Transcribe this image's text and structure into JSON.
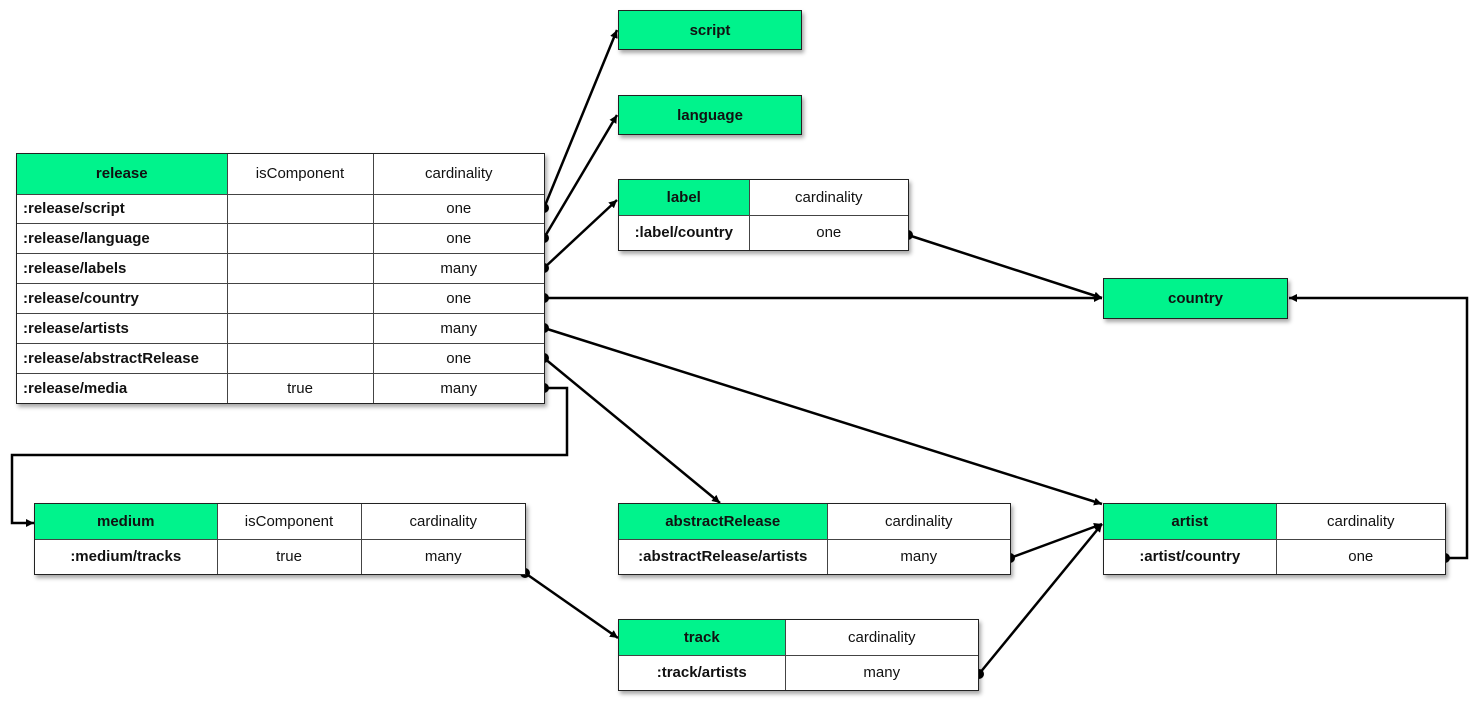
{
  "entities": {
    "script": {
      "title": "script"
    },
    "language": {
      "title": "language"
    },
    "label": {
      "title": "label",
      "columns": [
        "cardinality"
      ],
      "rows": [
        {
          "attr": ":label/country",
          "cardinality": "one"
        }
      ]
    },
    "country": {
      "title": "country"
    },
    "release": {
      "title": "release",
      "columns": [
        "isComponent",
        "cardinality"
      ],
      "rows": [
        {
          "attr": ":release/script",
          "isComponent": "",
          "cardinality": "one"
        },
        {
          "attr": ":release/language",
          "isComponent": "",
          "cardinality": "one"
        },
        {
          "attr": ":release/labels",
          "isComponent": "",
          "cardinality": "many"
        },
        {
          "attr": ":release/country",
          "isComponent": "",
          "cardinality": "one"
        },
        {
          "attr": ":release/artists",
          "isComponent": "",
          "cardinality": "many"
        },
        {
          "attr": ":release/abstractRelease",
          "isComponent": "",
          "cardinality": "one"
        },
        {
          "attr": ":release/media",
          "isComponent": "true",
          "cardinality": "many"
        }
      ]
    },
    "medium": {
      "title": "medium",
      "columns": [
        "isComponent",
        "cardinality"
      ],
      "rows": [
        {
          "attr": ":medium/tracks",
          "isComponent": "true",
          "cardinality": "many"
        }
      ]
    },
    "abstractRelease": {
      "title": "abstractRelease",
      "columns": [
        "cardinality"
      ],
      "rows": [
        {
          "attr": ":abstractRelease/artists",
          "cardinality": "many"
        }
      ]
    },
    "artist": {
      "title": "artist",
      "columns": [
        "cardinality"
      ],
      "rows": [
        {
          "attr": ":artist/country",
          "cardinality": "one"
        }
      ]
    },
    "track": {
      "title": "track",
      "columns": [
        "cardinality"
      ],
      "rows": [
        {
          "attr": ":track/artists",
          "cardinality": "many"
        }
      ]
    }
  },
  "relationships": [
    {
      "from": ":release/script",
      "to": "script"
    },
    {
      "from": ":release/language",
      "to": "language"
    },
    {
      "from": ":release/labels",
      "to": "label"
    },
    {
      "from": ":release/country",
      "to": "country"
    },
    {
      "from": ":release/artists",
      "to": "artist"
    },
    {
      "from": ":release/abstractRelease",
      "to": "abstractRelease"
    },
    {
      "from": ":release/media",
      "to": "medium"
    },
    {
      "from": ":label/country",
      "to": "country"
    },
    {
      "from": ":medium/tracks",
      "to": "track"
    },
    {
      "from": ":abstractRelease/artists",
      "to": "artist"
    },
    {
      "from": ":track/artists",
      "to": "artist"
    },
    {
      "from": ":artist/country",
      "to": "country"
    }
  ],
  "colors": {
    "header": "#00f38c",
    "line": "#000000"
  }
}
